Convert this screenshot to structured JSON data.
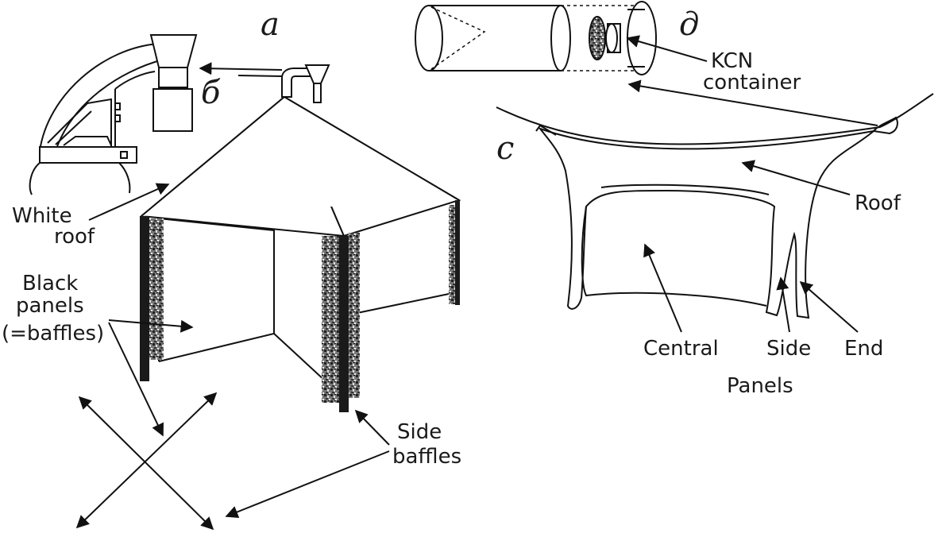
{
  "panel_letters": {
    "a": "a",
    "b": "б",
    "c": "c",
    "d": "д"
  },
  "labels": {
    "white_roof_line1": "White",
    "white_roof_line2": "roof",
    "black_panels_line1": "Black",
    "black_panels_line2": "panels",
    "black_panels_line3": "(=baffles)",
    "side_baffles_line1": "Side",
    "side_baffles_line2": "baffles",
    "kcn_line1": "KCN",
    "kcn_line2": "container",
    "roof": "Roof",
    "central": "Central",
    "side": "Side",
    "end": "End",
    "panels": "Panels"
  },
  "colors": {
    "line": "#111111",
    "baffle_dark": "#1a1a1a",
    "baffle_mottle": "#555555",
    "background": "#ffffff"
  }
}
